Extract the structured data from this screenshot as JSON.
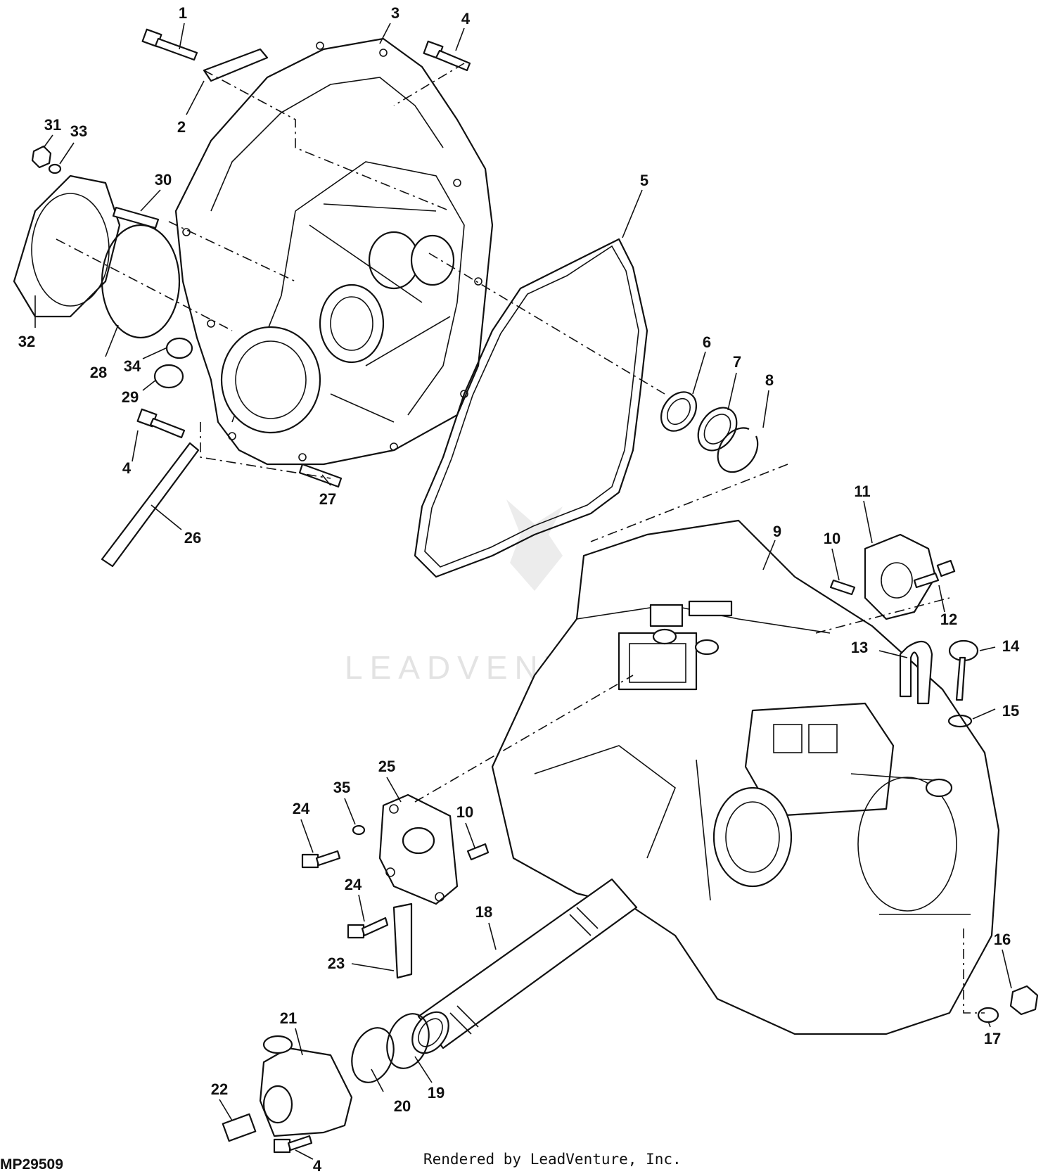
{
  "figure_id": "MP29509",
  "footer_text": "Rendered by LeadVenture, Inc.",
  "watermark_text": "LEADVENTURE",
  "callouts": [
    "1",
    "2",
    "3",
    "4",
    "31",
    "33",
    "30",
    "5",
    "32",
    "28",
    "34",
    "29",
    "4",
    "27",
    "26",
    "6",
    "7",
    "8",
    "11",
    "10",
    "9",
    "12",
    "13",
    "14",
    "15",
    "25",
    "35",
    "24",
    "10",
    "24",
    "18",
    "23",
    "21",
    "22",
    "20",
    "19",
    "4",
    "16",
    "17"
  ]
}
